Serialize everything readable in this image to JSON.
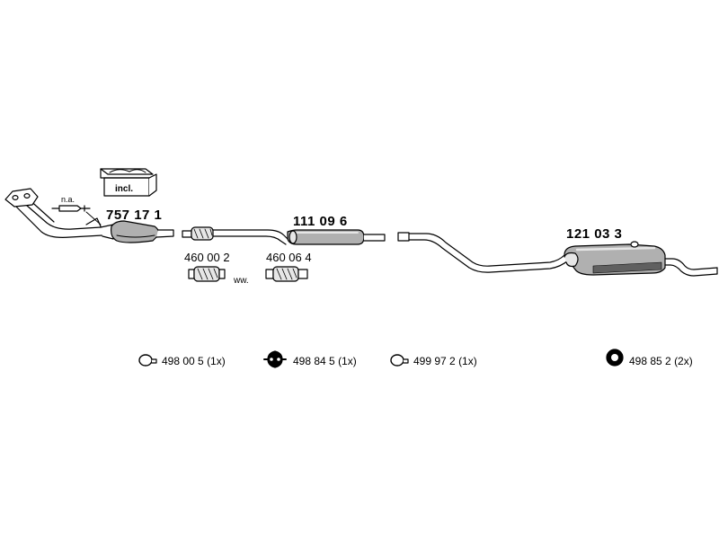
{
  "parts": {
    "p757171": "757 17 1",
    "p111096": "111 09 6",
    "p121033": "121 03 3",
    "p460002": "460 00 2",
    "p460064": "460 06 4"
  },
  "notes": {
    "na": "n.a.",
    "incl": "incl.",
    "ww": "ww."
  },
  "hardware": [
    {
      "label": "498 00 5",
      "qty": "(1x)",
      "icon": "ring-hanger-icon"
    },
    {
      "label": "498 84 5",
      "qty": "(1x)",
      "icon": "flange-hanger-icon"
    },
    {
      "label": "499 97 2",
      "qty": "(1x)",
      "icon": "ring-hanger-icon"
    },
    {
      "label": "498 85 2",
      "qty": "(2x)",
      "icon": "rubber-ring-icon"
    }
  ],
  "colors": {
    "line": "#000000",
    "fill_light": "#e6e6e6",
    "fill_mid": "#b0b0b0",
    "fill_dark": "#606060"
  }
}
